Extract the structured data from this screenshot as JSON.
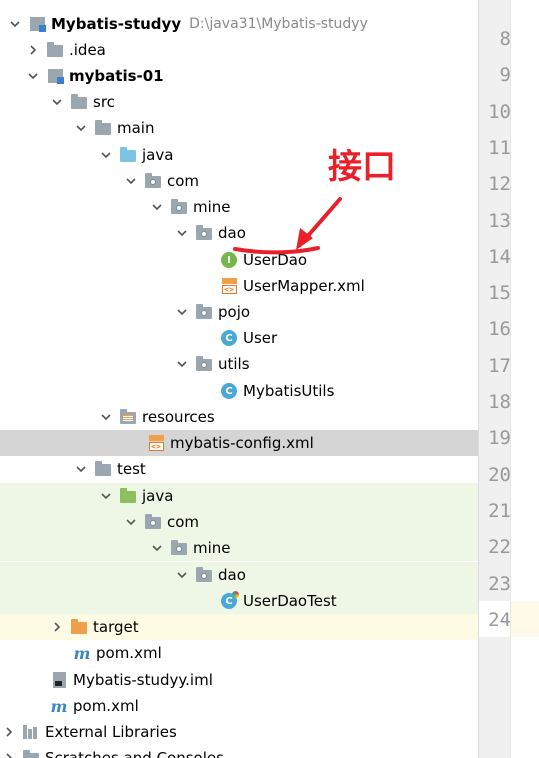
{
  "project": {
    "name": "Mybatis-studyy",
    "path": "D:\\java31\\Mybatis-studyy"
  },
  "tree": {
    "idea": ".idea",
    "module": "mybatis-01",
    "src": "src",
    "main": "main",
    "java": "java",
    "com": "com",
    "mine": "mine",
    "dao": "dao",
    "user_dao": "UserDao",
    "user_mapper": "UserMapper.xml",
    "pojo": "pojo",
    "user": "User",
    "utils": "utils",
    "mybatis_utils": "MybatisUtils",
    "resources": "resources",
    "mybatis_config": "mybatis-config.xml",
    "test": "test",
    "test_java": "java",
    "test_com": "com",
    "test_mine": "mine",
    "test_dao": "dao",
    "user_dao_test": "UserDaoTest",
    "target": "target",
    "module_pom": "pom.xml",
    "iml": "Mybatis-studyy.iml",
    "root_pom": "pom.xml",
    "external_libraries": "External Libraries",
    "scratches": "Scratches and Consoles"
  },
  "annotation": {
    "text": "接口",
    "color": "#e8202a"
  },
  "gutter": {
    "line_numbers": [
      "8",
      "9",
      "10",
      "11",
      "12",
      "13",
      "14",
      "15",
      "16",
      "17",
      "18",
      "19",
      "20",
      "21",
      "22",
      "23",
      "24"
    ]
  },
  "colors": {
    "selection": "#d5d5d5",
    "test_zone": "#eef7e6",
    "excluded_zone": "#fdfbe4",
    "source_folder": "#7cc3e4",
    "test_folder": "#8fbe5c",
    "excluded_folder": "#f0a04a"
  }
}
